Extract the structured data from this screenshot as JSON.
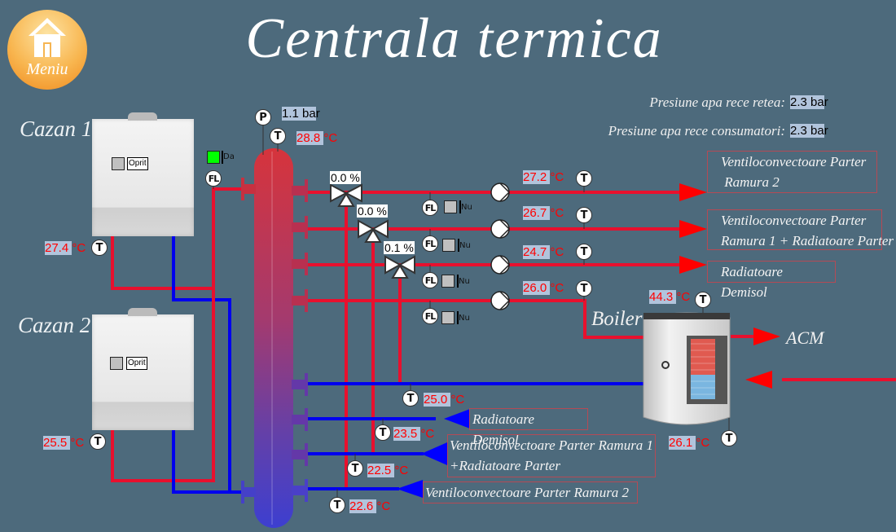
{
  "header": {
    "title": "Centrala termica",
    "menu_label": "Meniu"
  },
  "pressure": {
    "network_label": "Presiune apa rece retea:",
    "network_value": "2.3 ba",
    "network_unit_tail": "r",
    "consumers_label": "Presiune apa rece consumatori:",
    "consumers_value": "2.3 ba",
    "consumers_unit_tail": "r"
  },
  "boilers": [
    {
      "label": "Cazan 1",
      "status": "Oprit",
      "return_temp": "27.4 ",
      "unit": "°C"
    },
    {
      "label": "Cazan 2",
      "status": "Oprit",
      "return_temp": "25.5 ",
      "unit": "°C"
    }
  ],
  "flow_switch_main": {
    "label": "Da",
    "color": "#00ff00"
  },
  "collector": {
    "pressure": "1.1 ba",
    "pressure_tail": "r",
    "temp": "28.8 ",
    "unit": "°C"
  },
  "valves": [
    {
      "position": "0.0 %"
    },
    {
      "position": "0.0 %"
    },
    {
      "position": "0.1 %"
    }
  ],
  "circuits": [
    {
      "flow_status": "Nu",
      "supply_temp": "27.2 ",
      "destination_lines": [
        "Ventiloconvectoare Parter",
        " Ramura 2"
      ]
    },
    {
      "flow_status": "Nu",
      "supply_temp": "26.7 ",
      "destination_lines": [
        "Ventiloconvectoare Parter",
        "Ramura 1 + Radiatoare Parter"
      ]
    },
    {
      "flow_status": "Nu",
      "supply_temp": "24.7 ",
      "destination_lines": [
        "Radiatoare Demisol"
      ]
    },
    {
      "flow_status": "Nu",
      "supply_temp": "26.0 ",
      "destination_lines": [
        "Boiler"
      ]
    }
  ],
  "returns": [
    {
      "temp": "25.0 ",
      "label": ""
    },
    {
      "temp": "23.5 ",
      "label": "Radiatoare Demisol"
    },
    {
      "temp": "22.5 ",
      "label_lines": [
        "Ventiloconvectoare Parter Ramura 1",
        "+Radiatoare Parter"
      ]
    },
    {
      "temp": "22.6 ",
      "label": "Ventiloconvectoare Parter Ramura 2"
    }
  ],
  "dhw": {
    "boiler_label": "Boiler",
    "top_temp": "44.3 ",
    "bottom_temp": "26.1 ",
    "unit": "°C",
    "out_label": "ACM"
  },
  "colors": {
    "background": "#4d6a7c",
    "hot_pipe": "#e8102e",
    "cold_pipe": "#0000ee",
    "arrow_hot": "#ff0000",
    "arrow_cold": "#0000ff"
  }
}
